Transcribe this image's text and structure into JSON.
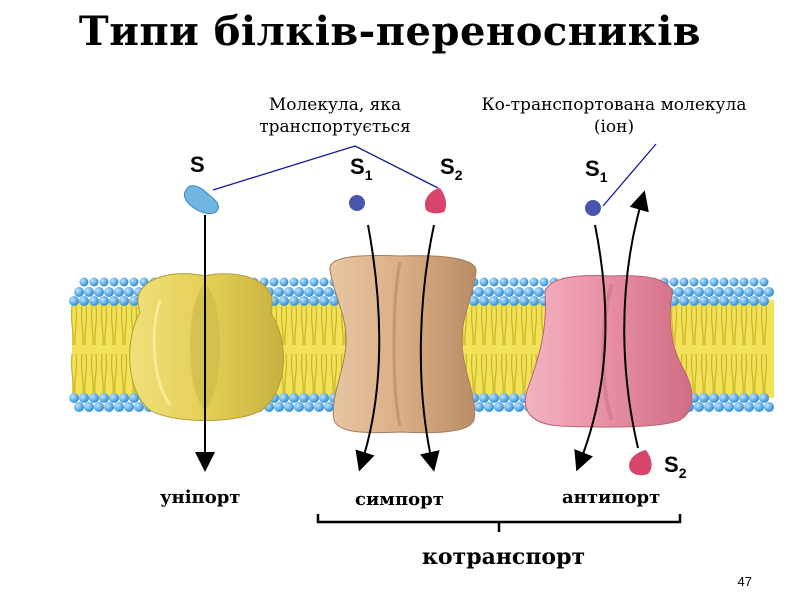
{
  "slide": {
    "title": "Типи білків-переносників",
    "page_number": "47"
  },
  "labels": {
    "transported_molecule": "Молекула, яка транспортується",
    "cotransported_molecule": "Ко-транспортована молекула (іон)",
    "uniport": "уніпорт",
    "symport": "симпорт",
    "antiport": "антипорт",
    "cotransport": "котранспорт"
  },
  "symbols": {
    "s": "S",
    "s1_letter": "S",
    "s1_index": "1",
    "s2_letter": "S",
    "s2_index": "2"
  },
  "colors": {
    "membrane_head": "#2f8fd6",
    "membrane_tail": "#f2e25a",
    "uniport_protein": "#e9d86a",
    "symport_protein": "#d9b48f",
    "antiport_protein": "#e99aab",
    "molecule_s": "#6fb6e0",
    "molecule_s1": "#4a55b0",
    "molecule_s2": "#d8456a",
    "pointer_line": "#1a1aa0"
  }
}
